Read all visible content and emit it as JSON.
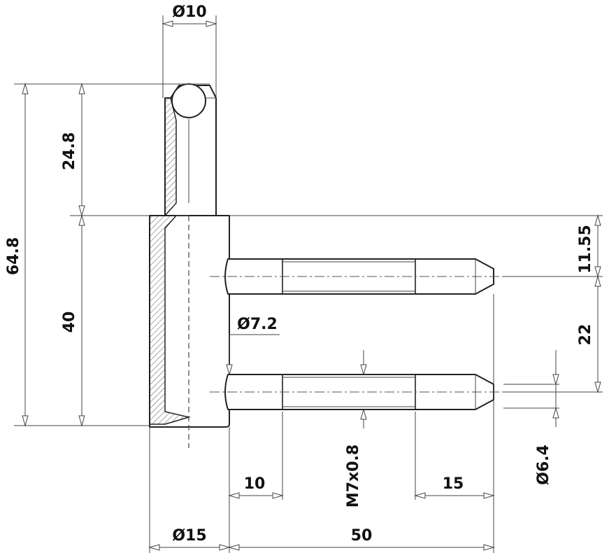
{
  "dimensions": {
    "pin_diameter": "Ø10",
    "pin_length": "24.8",
    "total_height": "64.8",
    "sleeve_height": "40",
    "upper_offset": "11.55",
    "pin_spacing": "22",
    "bore_diameter": "Ø7.2",
    "thread": "M7x0.8",
    "shank_length": "10",
    "tip_length": "15",
    "tip_diameter": "Ø6.4",
    "sleeve_diameter": "Ø15",
    "pin_projection": "50"
  },
  "colors": {
    "line": "#222222",
    "background": "#ffffff"
  }
}
